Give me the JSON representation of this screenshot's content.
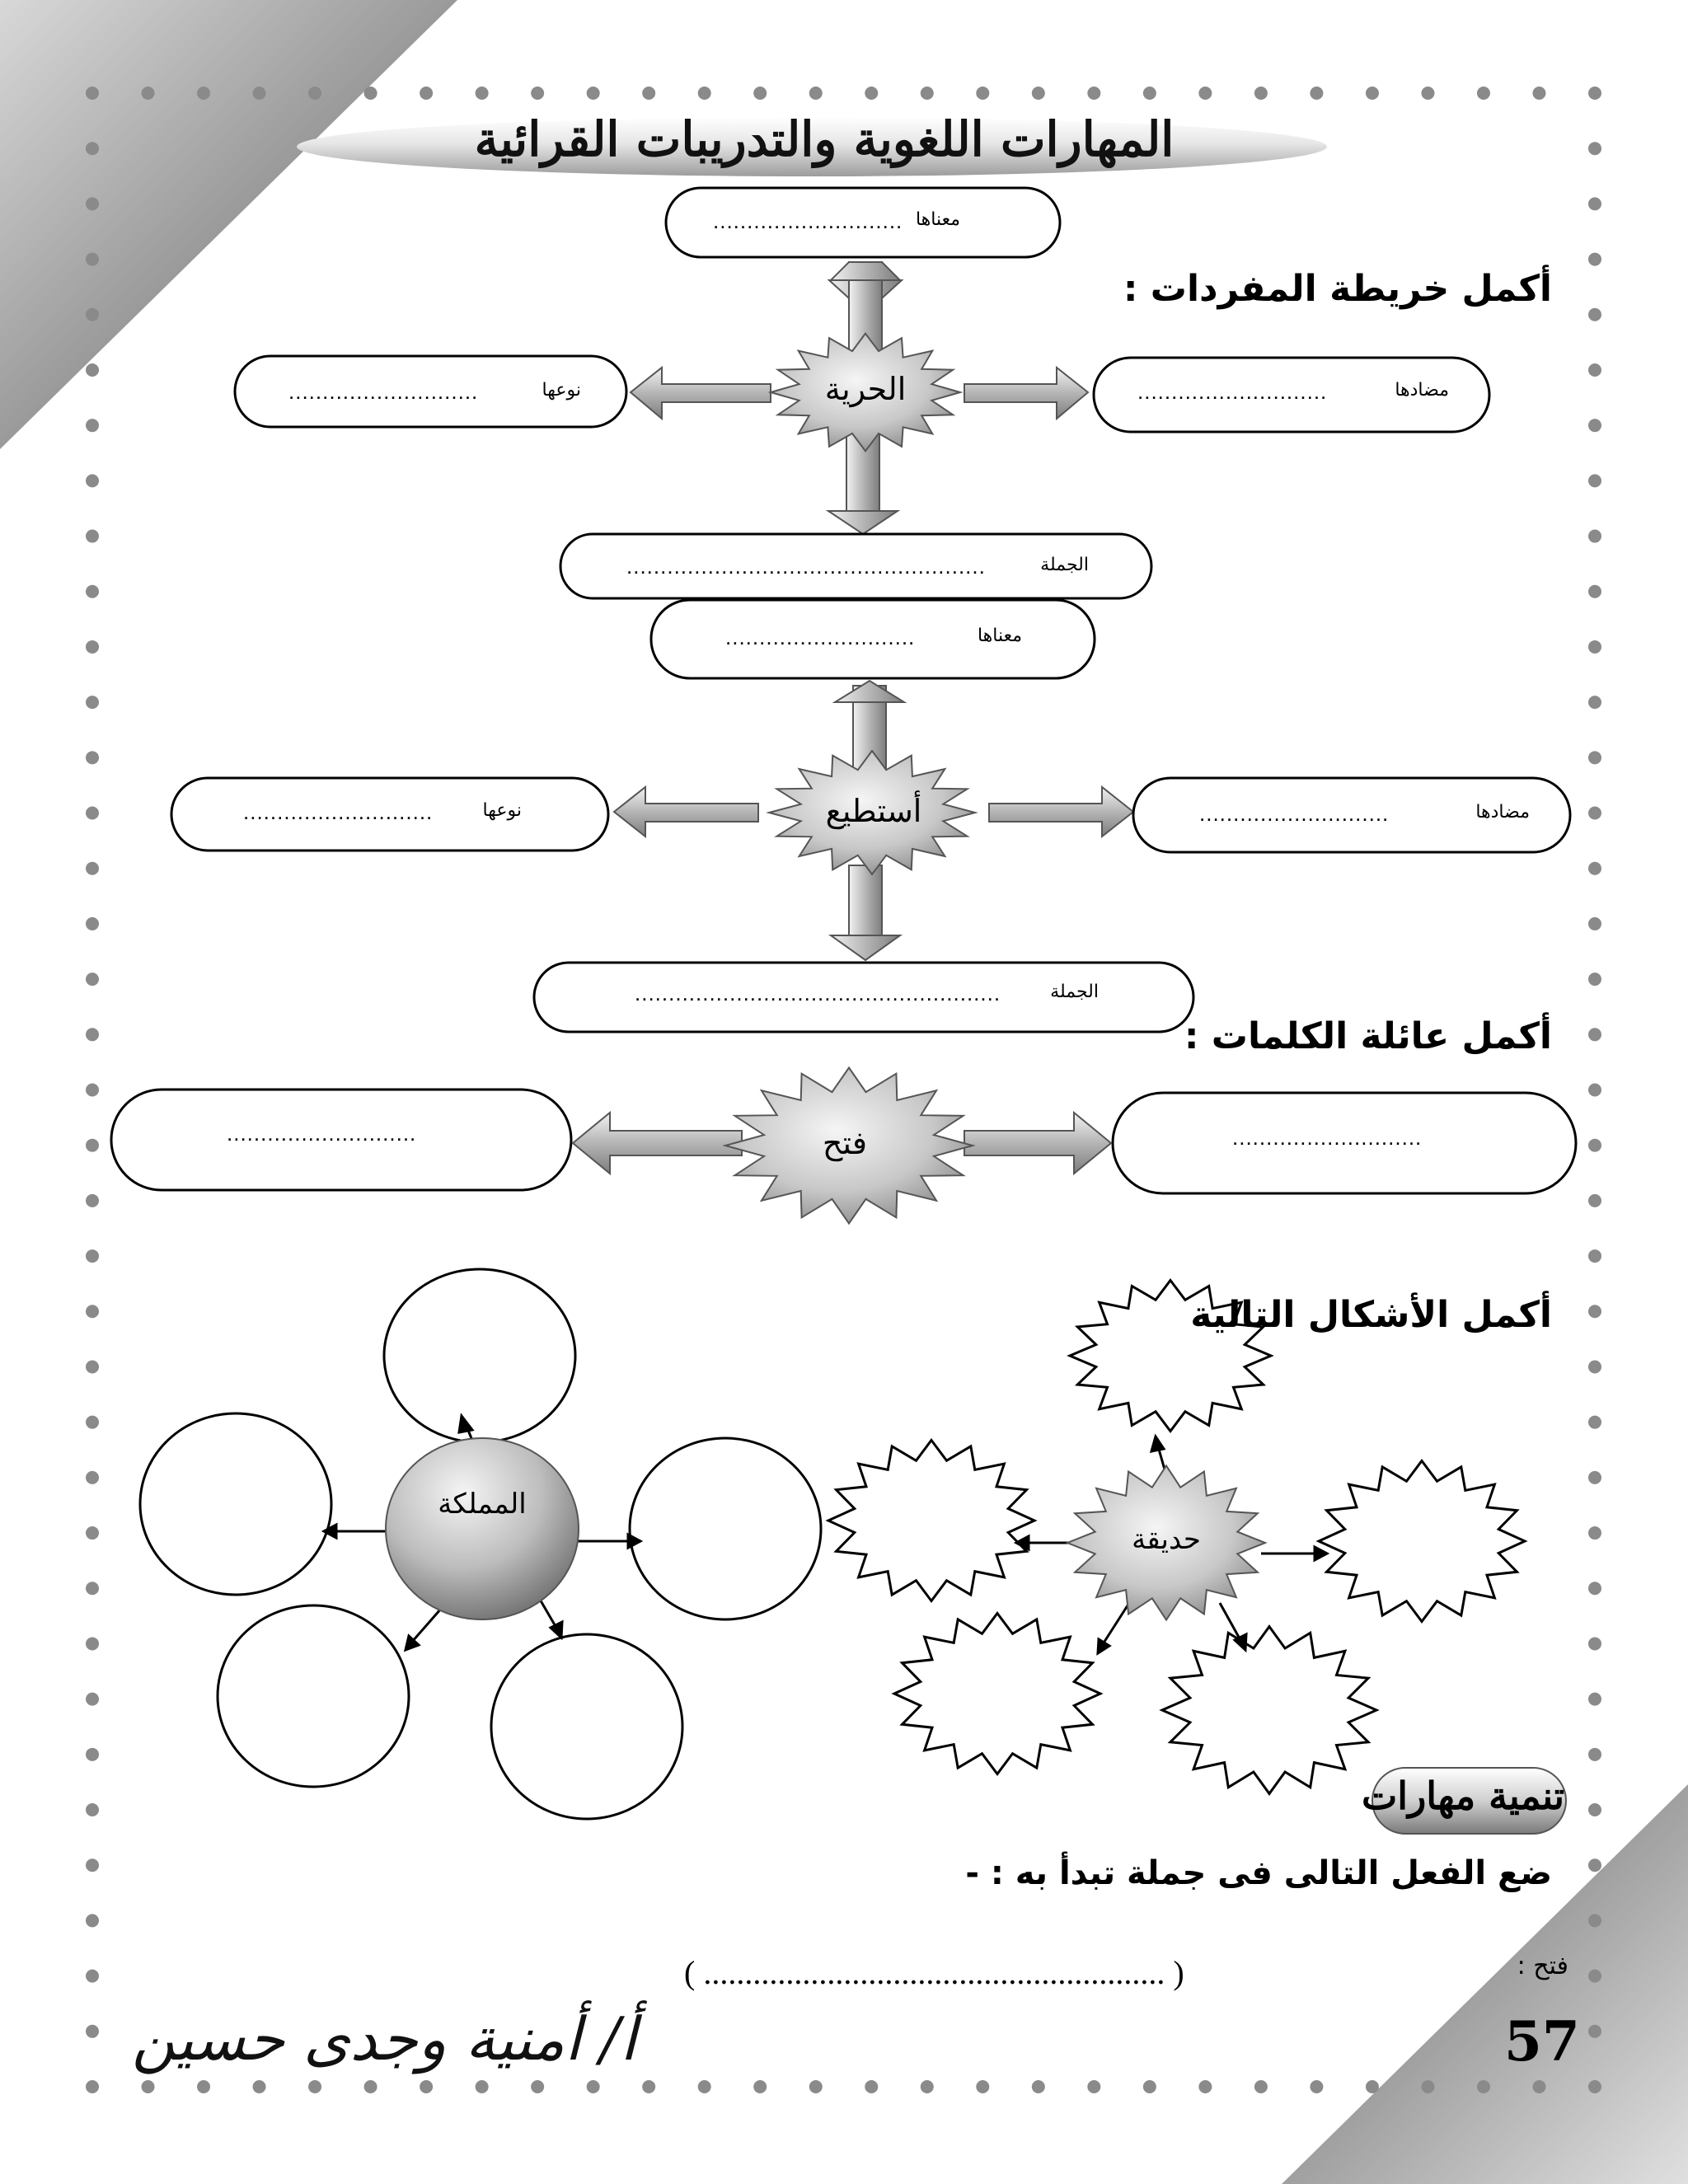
{
  "header": {
    "title": "المهارات اللغوية والتدريبات القرائية"
  },
  "vocab_map": {
    "heading": "أكمل خريطة المفردات :",
    "map1": {
      "center": "الحرية",
      "meaning": {
        "label": "معناها",
        "blank": "............................"
      },
      "type": {
        "label": "نوعها",
        "blank": "............................"
      },
      "antonym": {
        "label": "مضادها",
        "blank": "............................"
      },
      "sentence": {
        "label": "الجملة",
        "blank": "....................................................."
      }
    },
    "map2": {
      "center": "أستطيع",
      "meaning": {
        "label": "معناها",
        "blank": "............................"
      },
      "type": {
        "label": "نوعها",
        "blank": "............................"
      },
      "antonym": {
        "label": "مضادها",
        "blank": "............................"
      },
      "sentence": {
        "label": "الجملة",
        "blank": "......................................................"
      }
    }
  },
  "word_family": {
    "heading": "أكمل عائلة الكلمات :",
    "center": "فتح",
    "left_blank": "............................",
    "right_blank": "............................"
  },
  "shapes": {
    "heading": "أكمل الأشكال التالية",
    "left_center": "المملكة",
    "right_center": "حديقة"
  },
  "skills": {
    "banner": "تنمية مهارات",
    "instruction": "ضع الفعل التالى فى جملة تبدأ به  :  -",
    "line_label": "فتح :",
    "line_blank": "( ........................................................ )"
  },
  "footer": {
    "author": "أ/ أمنية وجدى حسين",
    "page_number": "57"
  },
  "colors": {
    "border_dots": "#888888",
    "corner": "#6a6a6a",
    "arrow": "#a8a8a8"
  }
}
